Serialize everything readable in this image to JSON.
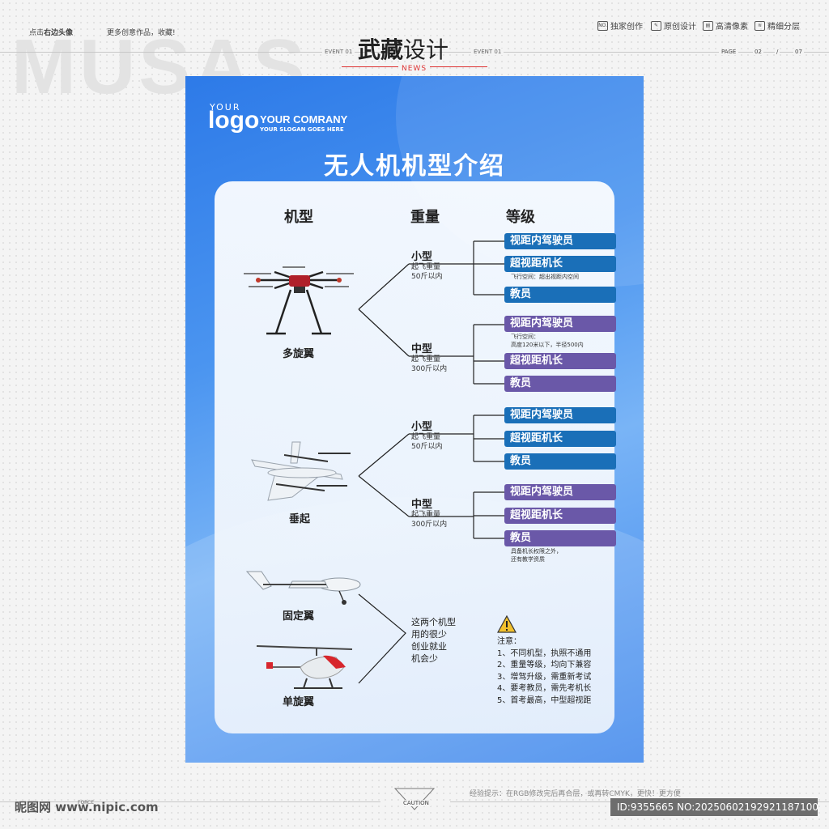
{
  "header": {
    "watermark": "MUSAS",
    "left_hint_prefix": "点击",
    "left_hint_bold": "右边头像",
    "left_hint_more": "更多创意作品，收藏!",
    "event_left": "EVENT 01",
    "event_right": "EVENT 01",
    "brand_bold": "武藏",
    "brand_rest": "设计",
    "news": "NEWS",
    "features": [
      {
        "icon": "NO.",
        "label": "独家创作"
      },
      {
        "icon": "✎",
        "label": "原创设计"
      },
      {
        "icon": "▤",
        "label": "高清像素"
      },
      {
        "icon": "≋",
        "label": "精细分层"
      }
    ],
    "page_label": "PAGE",
    "page_current": "02",
    "page_sep": "/",
    "page_total": "07"
  },
  "poster": {
    "logo_your": "YOUR",
    "logo_text": "logo",
    "company": "YOUR COMRANY",
    "slogan": "YOUR SLOGAN GOES HERE",
    "title": "无人机机型介绍",
    "col_type": "机型",
    "col_weight": "重量",
    "col_level": "等级",
    "types": {
      "multirotor": "多旋翼",
      "vtol": "垂起",
      "fixed_wing": "固定翼",
      "helicopter": "单旋翼"
    },
    "groups": [
      {
        "weight": "小型",
        "sub1": "起飞重量",
        "sub2": "50斤以内",
        "levels": [
          "视距内驾驶员",
          "超视距机长",
          "教员"
        ],
        "notes": [
          "",
          "飞行空间：超出视距内空间",
          ""
        ]
      },
      {
        "weight": "中型",
        "sub1": "起飞重量",
        "sub2": "300斤以内",
        "levels": [
          "视距内驾驶员",
          "超视距机长",
          "教员"
        ],
        "notes": [
          "飞行空间：|高度120米以下，半径500内",
          "",
          ""
        ]
      },
      {
        "weight": "小型",
        "sub1": "起飞重量",
        "sub2": "50斤以内",
        "levels": [
          "视距内驾驶员",
          "超视距机长",
          "教员"
        ],
        "notes": [
          "",
          "",
          ""
        ]
      },
      {
        "weight": "中型",
        "sub1": "起飞重量",
        "sub2": "300斤以内",
        "levels": [
          "视距内驾驶员",
          "超视距机长",
          "教员"
        ],
        "notes": [
          "",
          "",
          "具备机长权限之外，|还有教学资质"
        ]
      }
    ],
    "rare_text": [
      "这两个机型",
      "用的很少",
      "创业就业",
      "机会少"
    ],
    "notice_title": "注意：",
    "notice_items": [
      "1、不同机型，执照不通用",
      "2、重量等级，均向下兼容",
      "3、增驾升级，需重新考试",
      "4、要考教员，需先考机长",
      "5、首考最高，中型超视距"
    ]
  },
  "footer": {
    "tip": "经验提示：在RGB修改完后再合层，或再转CMYK，更快！更方便",
    "caution": "CAUTION",
    "force": "FORCE",
    "site": "昵图网 www.nipic.com",
    "id_line": "ID:9355665 NO:20250602192921187100"
  },
  "colors": {
    "poster_blue": "#2d7ae8",
    "pill_blue": "#1a6fb8",
    "pill_purple": "#6a58a8",
    "accent_red": "#dd3333"
  }
}
